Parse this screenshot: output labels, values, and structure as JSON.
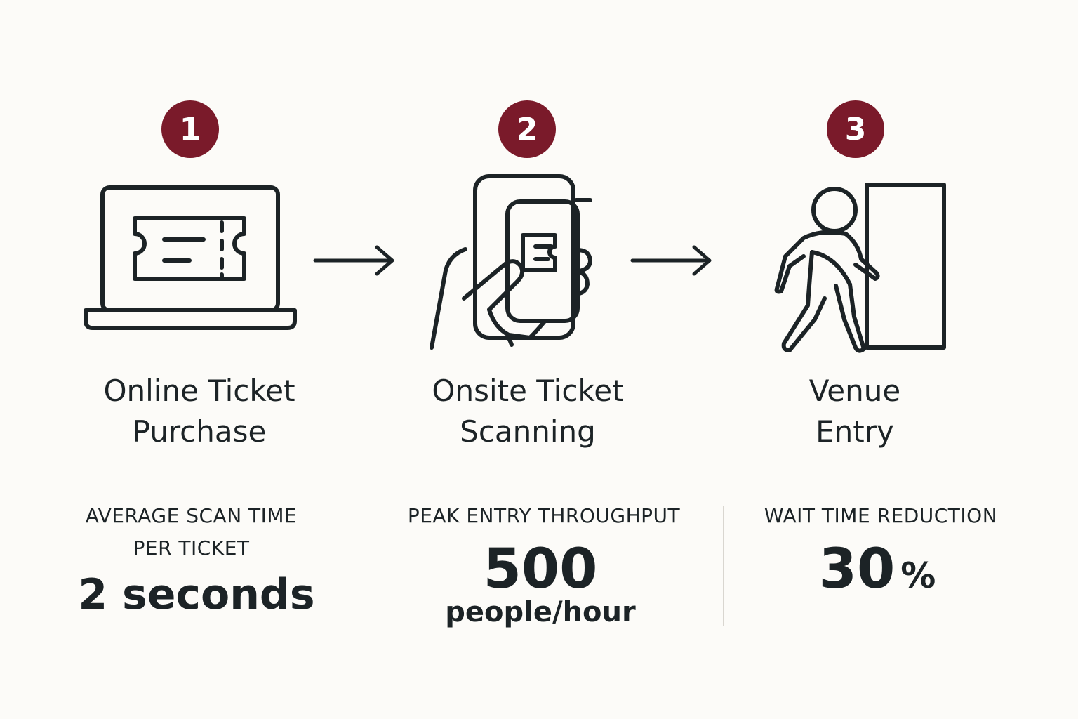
{
  "colors": {
    "badge": "#7a1a2a",
    "icon_stroke": "#1c2326",
    "background": "#fcfbf8"
  },
  "steps": [
    {
      "number": "1",
      "title_line1": "Online Ticket",
      "title_line2": "Purchase",
      "icon": "laptop-ticket-icon"
    },
    {
      "number": "2",
      "title_line1": "Onsite Ticket",
      "title_line2": "Scanning",
      "icon": "phone-scan-icon"
    },
    {
      "number": "3",
      "title_line1": "Venue",
      "title_line2": "Entry",
      "icon": "person-door-icon"
    }
  ],
  "arrows": [
    "arrow-right-icon",
    "arrow-right-icon"
  ],
  "metrics": [
    {
      "label_line1": "AVERAGE SCAN TIME",
      "label_line2": "PER TICKET",
      "value": "2 seconds"
    },
    {
      "label_line1": "PEAK ENTRY THROUGHPUT",
      "value": "500",
      "unit": "people/hour"
    },
    {
      "label_line1": "WAIT TIME REDUCTION",
      "value": "30",
      "unit": "%"
    }
  ]
}
